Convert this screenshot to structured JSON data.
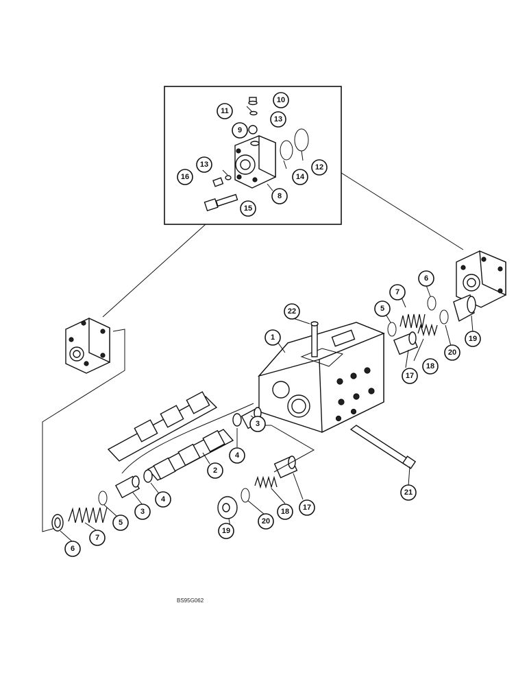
{
  "figure_code": "BS95G062",
  "callouts": {
    "c1": "1",
    "c2": "2",
    "c3a": "3",
    "c3b": "3",
    "c4a": "4",
    "c4b": "4",
    "c5a": "5",
    "c5b": "5",
    "c6a": "6",
    "c6b": "6",
    "c7a": "7",
    "c7b": "7",
    "c8": "8",
    "c9": "9",
    "c10": "10",
    "c11": "11",
    "c12": "12",
    "c13a": "13",
    "c13b": "13",
    "c14": "14",
    "c15": "15",
    "c16": "16",
    "c17a": "17",
    "c17b": "17",
    "c18a": "18",
    "c18b": "18",
    "c19a": "19",
    "c19b": "19",
    "c20a": "20",
    "c20b": "20",
    "c21": "21",
    "c22": "22"
  }
}
